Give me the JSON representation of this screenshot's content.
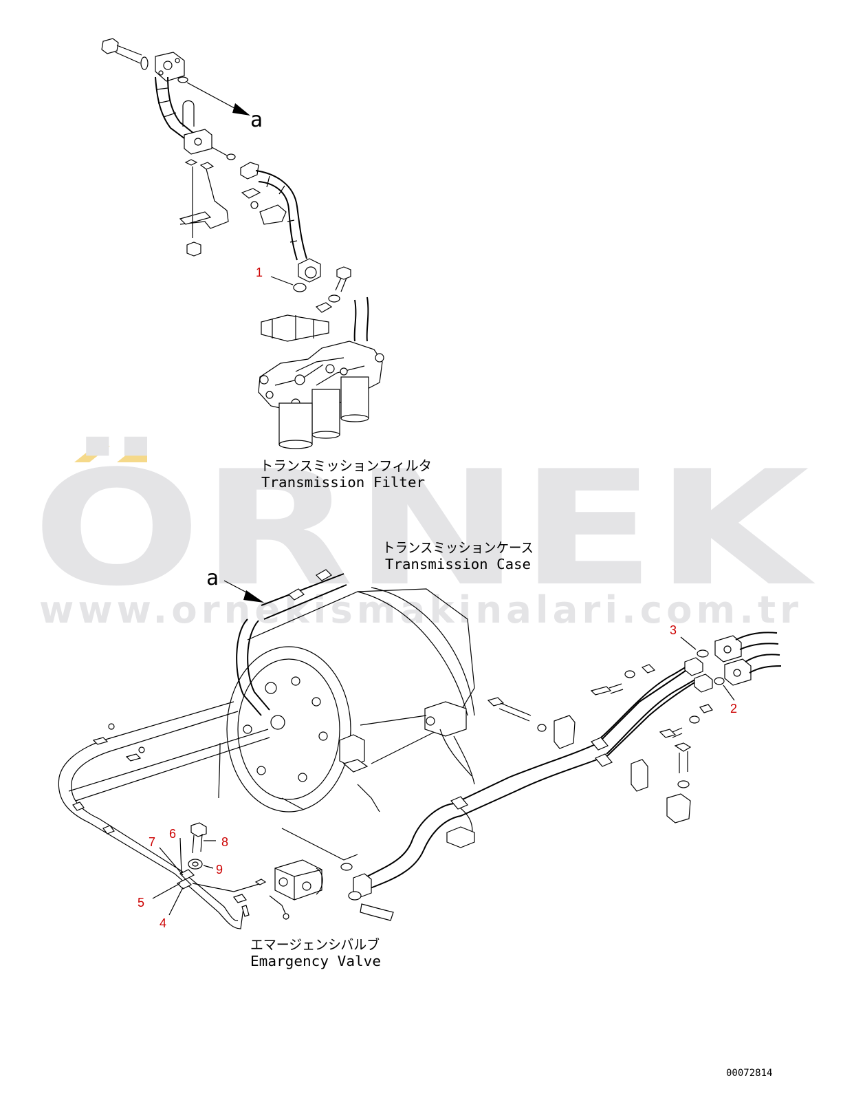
{
  "watermark": {
    "brand": "ÖRNEK",
    "url": "www.ornekismakinalari.com.tr",
    "accent_color": "#f5d98a",
    "text_color": "#e4e4e6"
  },
  "labels": {
    "filter_jp": "トランスミッションフィルタ",
    "filter_en": "Transmission Filter",
    "case_jp": "トランスミッションケース",
    "case_en": "Transmission Case",
    "valve_jp": "エマージェンシバルブ",
    "valve_en": "Emargency Valve",
    "ref_a_top": "a",
    "ref_a_bottom": "a"
  },
  "callouts": [
    "1",
    "2",
    "3",
    "4",
    "5",
    "6",
    "7",
    "8",
    "9"
  ],
  "drawing_number": "00072814",
  "colors": {
    "callout": "#cc0000",
    "line": "#000000"
  }
}
